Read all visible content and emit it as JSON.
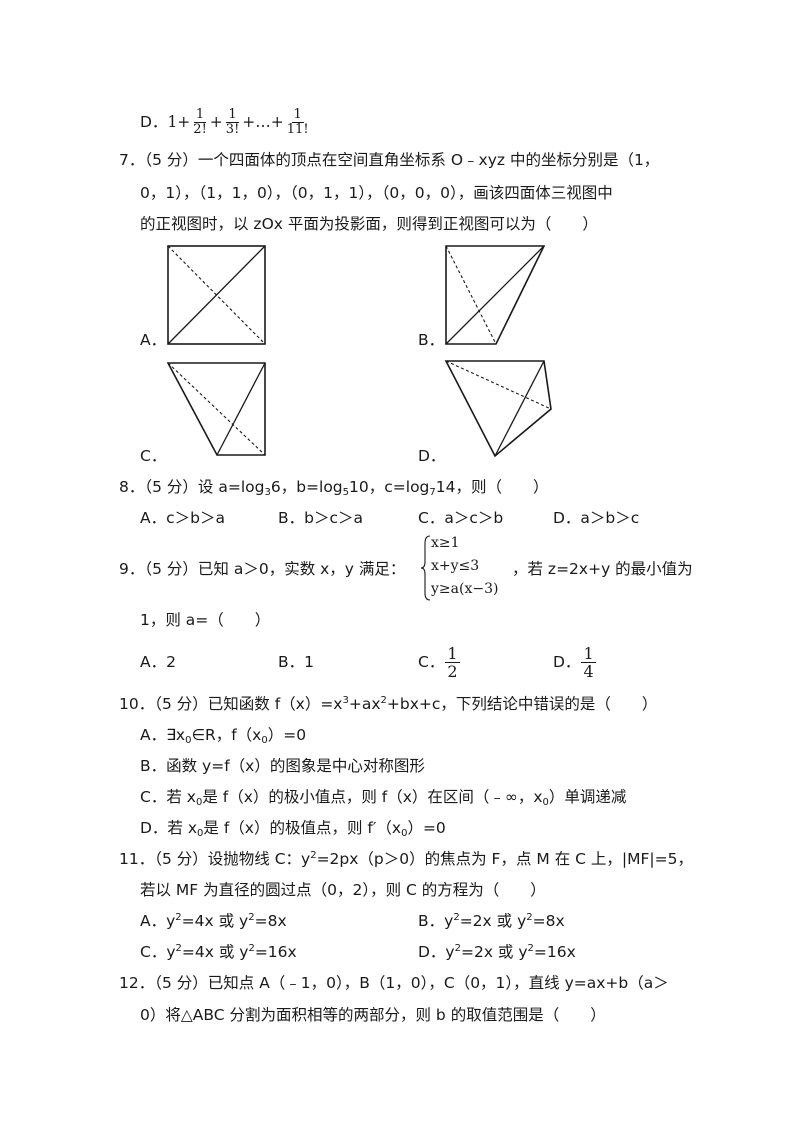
{
  "q6": {
    "optD": {
      "label": "D．",
      "lead": "1+",
      "f1n": "1",
      "f1d": "2!",
      "plus1": "+",
      "f2n": "1",
      "f2d": "3!",
      "mid": "+…+",
      "f3n": "1",
      "f3d": "11!"
    }
  },
  "q7": {
    "line1": "7．（5 分）一个四面体的顶点在空间直角坐标系 O﹣xyz 中的坐标分别是（1，",
    "line2": "0，1），（1，1，0），（0，1，1），（0，0，0），画该四面体三视图中",
    "line3": "的正视图时，以 zOx 平面为投影面，则得到正视图可以为（　　）",
    "labels": {
      "a": "A．",
      "b": "B．",
      "c": "C．",
      "d": "D．"
    }
  },
  "q8": {
    "stem": "8．（5 分）设 a=log",
    "b1": "3",
    "t1": "6，b=log",
    "b2": "5",
    "t2": "10，c=log",
    "b3": "7",
    "t3": "14，则（　　）",
    "options": [
      "A．c＞b＞a",
      "B．b＞c＞a",
      "C．a＞c＞b",
      "D．a＞b＞c"
    ]
  },
  "q9": {
    "stem": "9．（5 分）已知 a＞0，实数 x，y 满足：",
    "conds": [
      "x≥1",
      "x+y≤3",
      "y≥a(x−3)"
    ],
    "tail": "，若 z=2x+y 的最小值为",
    "line2": "1，则 a=（　　）",
    "optA": "A．2",
    "optB": "B．1",
    "optC": "C．",
    "optCn": "1",
    "optCd": "2",
    "optD": "D．",
    "optDn": "1",
    "optDd": "4"
  },
  "q10": {
    "s1": "10．（5 分）已知函数 f（x）=x",
    "e1": "3",
    "s2": "+ax",
    "e2": "2",
    "s3": "+bx+c，下列结论中错误的是（　　）",
    "aPre": "A．∃x",
    "aSub": "0",
    "aMid": "∈R，f（x",
    "aSub2": "0",
    "aEnd": "）=0",
    "b": "B．函数 y=f（x）的图象是中心对称图形",
    "cPre": "C．若 x",
    "cSub": "0",
    "cMid": "是 f（x）的极小值点，则 f（x）在区间（﹣∞，x",
    "cSub2": "0",
    "cEnd": "）单调递减",
    "dPre": "D．若 x",
    "dSub": "0",
    "dMid": "是 f（x）的极值点，则 f′（x",
    "dSub2": "0",
    "dEnd": "）=0"
  },
  "q11": {
    "s1": "11．（5 分）设抛物线 C：y",
    "e1": "2",
    "s2": "=2px（p＞0）的焦点为 F，点 M 在 C 上，|MF|=5，",
    "line2": "若以 MF 为直径的圆过点（0，2），则 C 的方程为（　　）",
    "optA": [
      "A．y",
      "2",
      "=4x 或 y",
      "2",
      "=8x"
    ],
    "optB": [
      "B．y",
      "2",
      "=2x 或 y",
      "2",
      "=8x"
    ],
    "optC": [
      "C．y",
      "2",
      "=4x 或 y",
      "2",
      "=16x"
    ],
    "optD": [
      "D．y",
      "2",
      "=2x 或 y",
      "2",
      "=16x"
    ]
  },
  "q12": {
    "line1": "12．（5 分）已知点 A（﹣1，0），B（1，0），C（0，1），直线 y=ax+b（a＞",
    "line2": "0）将△ABC 分割为面积相等的两部分，则 b 的取值范围是（　　）"
  }
}
